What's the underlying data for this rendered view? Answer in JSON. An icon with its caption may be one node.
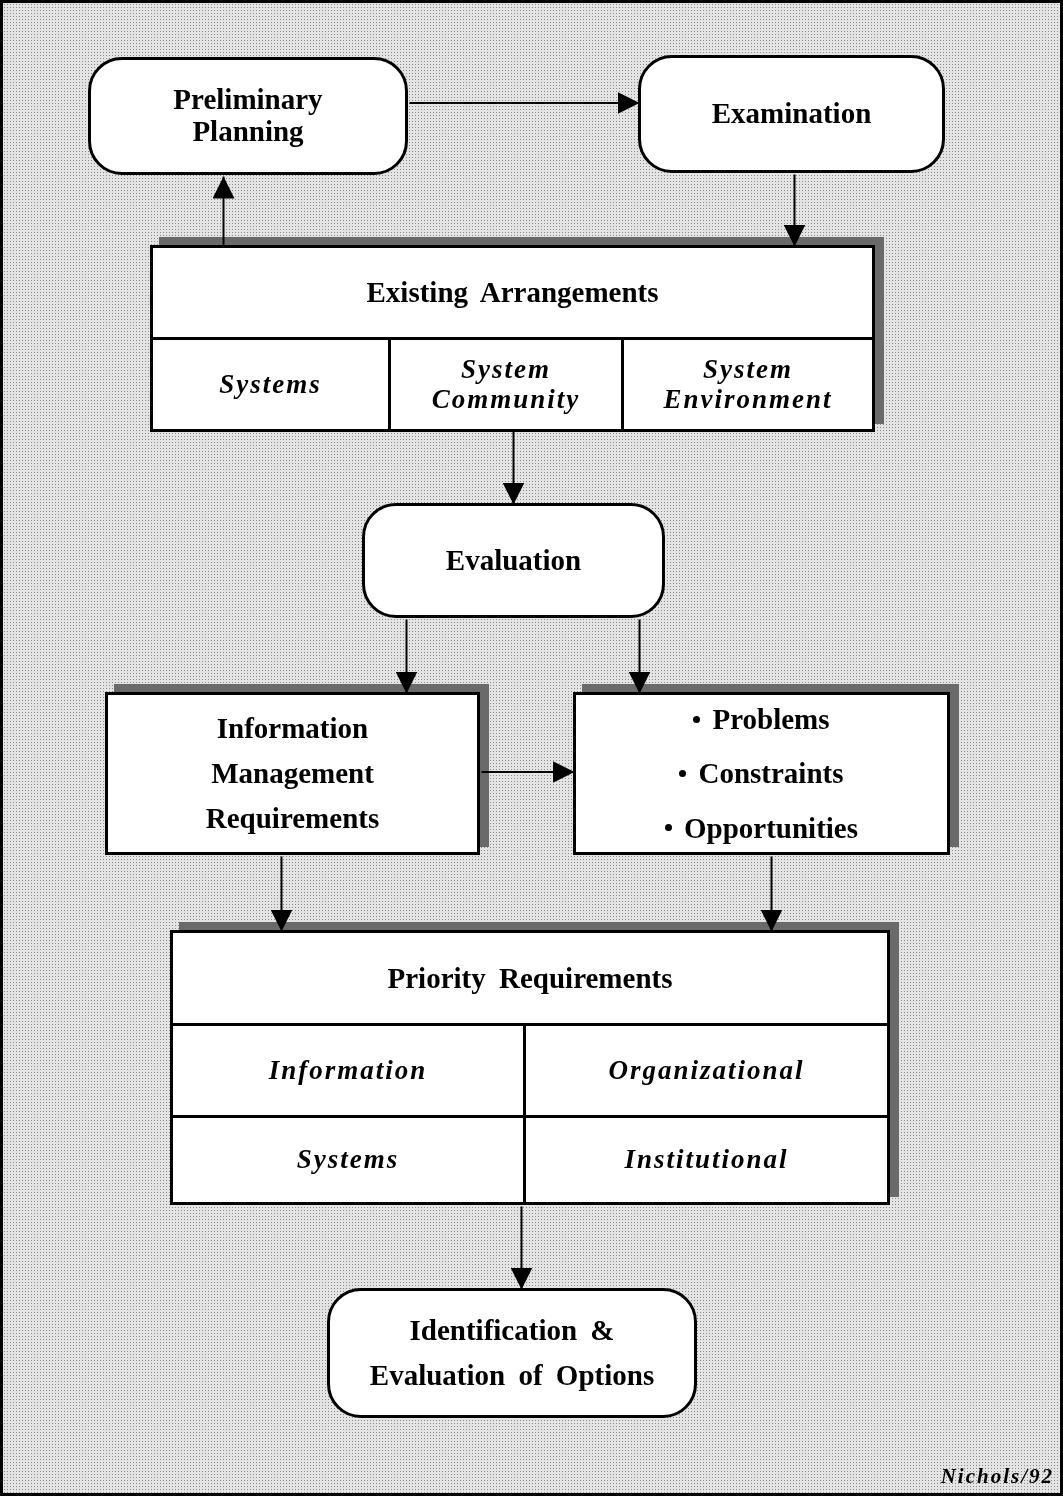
{
  "diagram": {
    "nodes": [
      {
        "text": [
          "Preliminary Planning"
        ]
      },
      {
        "text": [
          "Examination"
        ]
      },
      {
        "text": [
          "Existing Arrangements"
        ]
      },
      {
        "text": [
          "Systems"
        ],
        "in": 2
      },
      {
        "text": [
          "System Community"
        ],
        "in": 2
      },
      {
        "text": [
          "System Environment"
        ],
        "in": 2
      },
      {
        "text": [
          "Evaluation"
        ]
      },
      {
        "text": [
          "Information Management Requirements"
        ]
      },
      {
        "text": [
          "Problems",
          "Constraints",
          "Opportunities"
        ]
      },
      {
        "text": [
          "Priority Requirements"
        ]
      },
      {
        "text": [
          "Information"
        ],
        "in": 9
      },
      {
        "text": [
          "Organizational"
        ],
        "in": 9
      },
      {
        "text": [
          "Systems"
        ],
        "in": 9
      },
      {
        "text": [
          "Institutional"
        ],
        "in": 9
      },
      {
        "text": [
          "Identification & Evaluation of Options"
        ]
      }
    ],
    "edges": [
      {
        "from": 0,
        "to": 1,
        "arrow": "to"
      },
      {
        "from": 2,
        "to": 0,
        "arrow": "to"
      },
      {
        "from": 1,
        "to": 2,
        "arrow": "to"
      },
      {
        "from": 4,
        "to": 6,
        "arrow": "to"
      },
      {
        "from": 6,
        "to": 7,
        "arrow": "to"
      },
      {
        "from": 6,
        "to": 8,
        "arrow": "to"
      },
      {
        "from": 7,
        "to": 8,
        "arrow": "to"
      },
      {
        "from": 7,
        "to": 9,
        "arrow": "to"
      },
      {
        "from": 8,
        "to": 9,
        "arrow": "to"
      },
      {
        "from": 9,
        "to": 14,
        "arrow": "to"
      }
    ],
    "labels": [
      "Nichols/92"
    ]
  }
}
